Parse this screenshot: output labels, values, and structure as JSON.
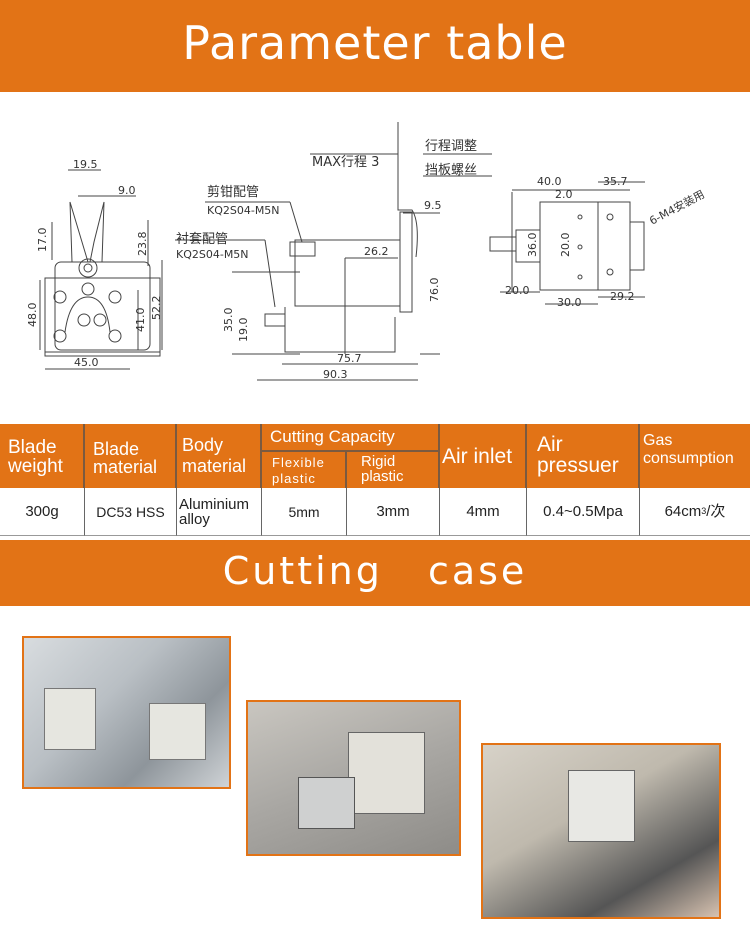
{
  "header": {
    "title": "Parameter table"
  },
  "drawing": {
    "front": {
      "d1": "19.5",
      "d2": "9.0",
      "d3": "17.0",
      "d4": "23.8",
      "d5": "48.0",
      "d6": "41.0",
      "d7": "52.2",
      "d8": "45.0"
    },
    "side": {
      "pipe1_label": "剪钳配管",
      "pipe1_model": "KQ2S04-M5N",
      "pipe2_label": "衬套配管",
      "pipe2_model": "KQ2S04-M5N",
      "max_stroke": "MAX行程 3",
      "adjust1": "行程调整",
      "adjust2": "挡板螺丝",
      "d1": "9.5",
      "d2": "26.2",
      "d3": "76.0",
      "d4": "35.0",
      "d5": "19.0",
      "d6": "75.7",
      "d7": "90.3"
    },
    "top": {
      "d1": "40.0",
      "d2": "35.7",
      "d3": "2.0",
      "mount": "6-M4安装用",
      "d4": "36.0",
      "d5": "20.0",
      "d6": "20.0",
      "d7": "30.0",
      "d8": "29.2"
    }
  },
  "table": {
    "headers": {
      "blade_weight": [
        "Blade",
        "weight"
      ],
      "blade_material": [
        "Blade",
        "material"
      ],
      "body_material": [
        "Body",
        "material"
      ],
      "cutting_capacity": "Cutting Capacity",
      "flexible": [
        "Flexible",
        "plastic"
      ],
      "rigid": [
        "Rigid",
        "plastic"
      ],
      "air_inlet": "Air inlet",
      "air_pressure": [
        "Air",
        "pressuer"
      ],
      "gas": [
        "Gas",
        "consumption"
      ]
    },
    "values": {
      "blade_weight": "300g",
      "blade_material": "DC53 HSS",
      "body_material": [
        "Aluminium",
        "alloy"
      ],
      "flexible": "5mm",
      "rigid": "3mm",
      "air_inlet": "4mm",
      "air_pressure": "0.4~0.5Mpa",
      "gas": "64cm",
      "gas_sup": "3",
      "gas_unit": "/次"
    }
  },
  "section2": {
    "title": "Cutting case"
  }
}
